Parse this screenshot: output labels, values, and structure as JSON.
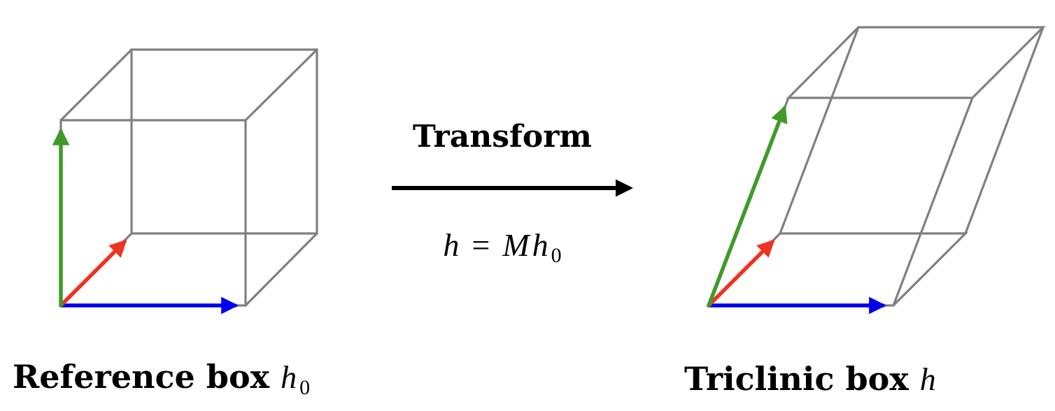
{
  "reference": {
    "label": "Reference box",
    "symbol": "h",
    "subscript": "0"
  },
  "transform": {
    "label": "Transform",
    "equation_lhs": "h",
    "equation_eq": "=",
    "equation_rhs_M": "M",
    "equation_rhs_h": "h",
    "equation_rhs_sub": "0"
  },
  "triclinic": {
    "label": "Triclinic box",
    "symbol": "h"
  },
  "colors": {
    "edge": "#808080",
    "vector_x": "#0000ee",
    "vector_y": "#ee3322",
    "vector_z": "#3f9a2a",
    "arrow": "#000000"
  }
}
